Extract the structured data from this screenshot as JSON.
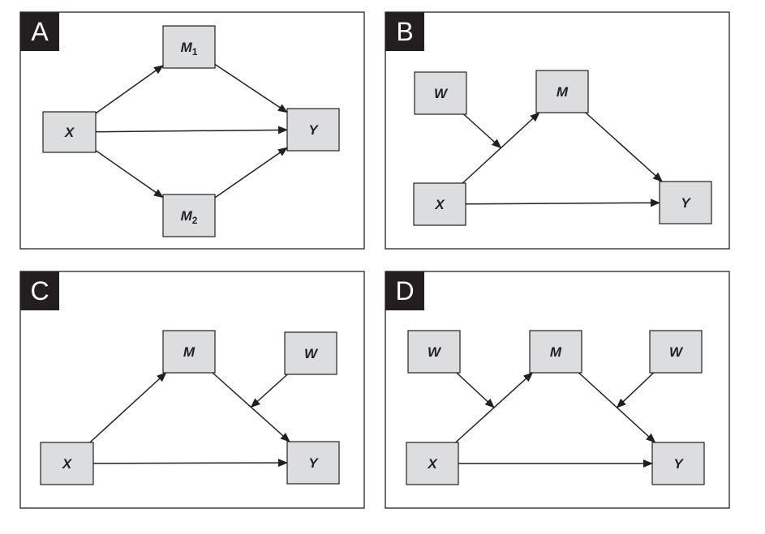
{
  "colors": {
    "ink": "#231f20",
    "node_fill": "#dcdddf",
    "background": "#ffffff"
  },
  "panels": [
    {
      "label": "A",
      "nodes": [
        {
          "id": "X",
          "text": "X",
          "sub": ""
        },
        {
          "id": "M1",
          "text": "M",
          "sub": "1"
        },
        {
          "id": "M2",
          "text": "M",
          "sub": "2"
        },
        {
          "id": "Y",
          "text": "Y",
          "sub": ""
        }
      ],
      "edges": [
        {
          "from": "X",
          "to": "M1"
        },
        {
          "from": "X",
          "to": "M2"
        },
        {
          "from": "X",
          "to": "Y"
        },
        {
          "from": "M1",
          "to": "Y"
        },
        {
          "from": "M2",
          "to": "Y"
        }
      ]
    },
    {
      "label": "B",
      "nodes": [
        {
          "id": "W",
          "text": "W",
          "sub": ""
        },
        {
          "id": "M",
          "text": "M",
          "sub": ""
        },
        {
          "id": "X",
          "text": "X",
          "sub": ""
        },
        {
          "id": "Y",
          "text": "Y",
          "sub": ""
        }
      ],
      "edges": [
        {
          "from": "X",
          "to": "M"
        },
        {
          "from": "M",
          "to": "Y"
        },
        {
          "from": "X",
          "to": "Y"
        },
        {
          "from": "W",
          "to": "X-M"
        }
      ]
    },
    {
      "label": "C",
      "nodes": [
        {
          "id": "M",
          "text": "M",
          "sub": ""
        },
        {
          "id": "W",
          "text": "W",
          "sub": ""
        },
        {
          "id": "X",
          "text": "X",
          "sub": ""
        },
        {
          "id": "Y",
          "text": "Y",
          "sub": ""
        }
      ],
      "edges": [
        {
          "from": "X",
          "to": "M"
        },
        {
          "from": "M",
          "to": "Y"
        },
        {
          "from": "X",
          "to": "Y"
        },
        {
          "from": "W",
          "to": "M-Y"
        }
      ]
    },
    {
      "label": "D",
      "nodes": [
        {
          "id": "W1",
          "text": "W",
          "sub": ""
        },
        {
          "id": "M",
          "text": "M",
          "sub": ""
        },
        {
          "id": "W2",
          "text": "W",
          "sub": ""
        },
        {
          "id": "X",
          "text": "X",
          "sub": ""
        },
        {
          "id": "Y",
          "text": "Y",
          "sub": ""
        }
      ],
      "edges": [
        {
          "from": "X",
          "to": "M"
        },
        {
          "from": "M",
          "to": "Y"
        },
        {
          "from": "X",
          "to": "Y"
        },
        {
          "from": "W1",
          "to": "X-M"
        },
        {
          "from": "W2",
          "to": "M-Y"
        }
      ]
    }
  ]
}
